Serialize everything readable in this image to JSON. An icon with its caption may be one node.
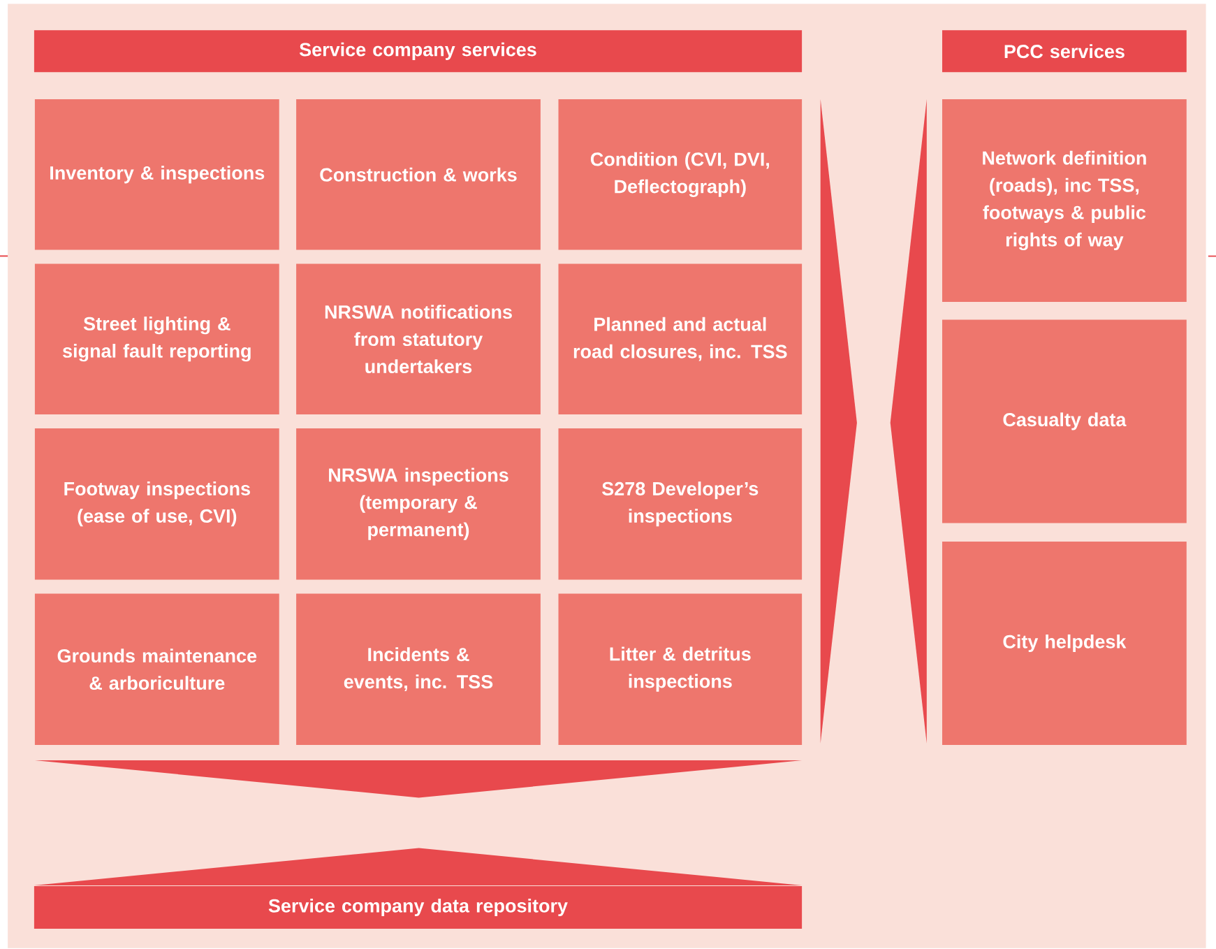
{
  "diagram": {
    "nodes": [
      {
        "text": [
          "Service company services"
        ]
      },
      {
        "text": [
          "Inventory & inspections"
        ]
      },
      {
        "text": [
          "Construction & works"
        ]
      },
      {
        "text": [
          "Condition (CVI, DVI, Deflectograph)"
        ]
      },
      {
        "text": [
          "Street lighting & signal fault reporting"
        ]
      },
      {
        "text": [
          "NRSWA notifications from statutory undertakers"
        ]
      },
      {
        "text": [
          "Planned and actual road closures, inc. TSS"
        ]
      },
      {
        "text": [
          "Footway inspections (ease of use, CVI)"
        ]
      },
      {
        "text": [
          "NRSWA inspections (temporary & permanent)"
        ]
      },
      {
        "text": [
          "S278 Developer’s inspections"
        ]
      },
      {
        "text": [
          "Grounds maintenance & arboriculture"
        ]
      },
      {
        "text": [
          "Incidents & events, inc. TSS"
        ]
      },
      {
        "text": [
          "Litter & detritus inspections"
        ]
      },
      {
        "text": [
          "PCC services"
        ]
      },
      {
        "text": [
          "Network definition (roads), inc TSS, footways & public rights of way"
        ]
      },
      {
        "text": [
          "Casualty data"
        ]
      },
      {
        "text": [
          "City helpdesk"
        ]
      },
      {
        "text": [
          "Service company data repository"
        ]
      }
    ]
  }
}
